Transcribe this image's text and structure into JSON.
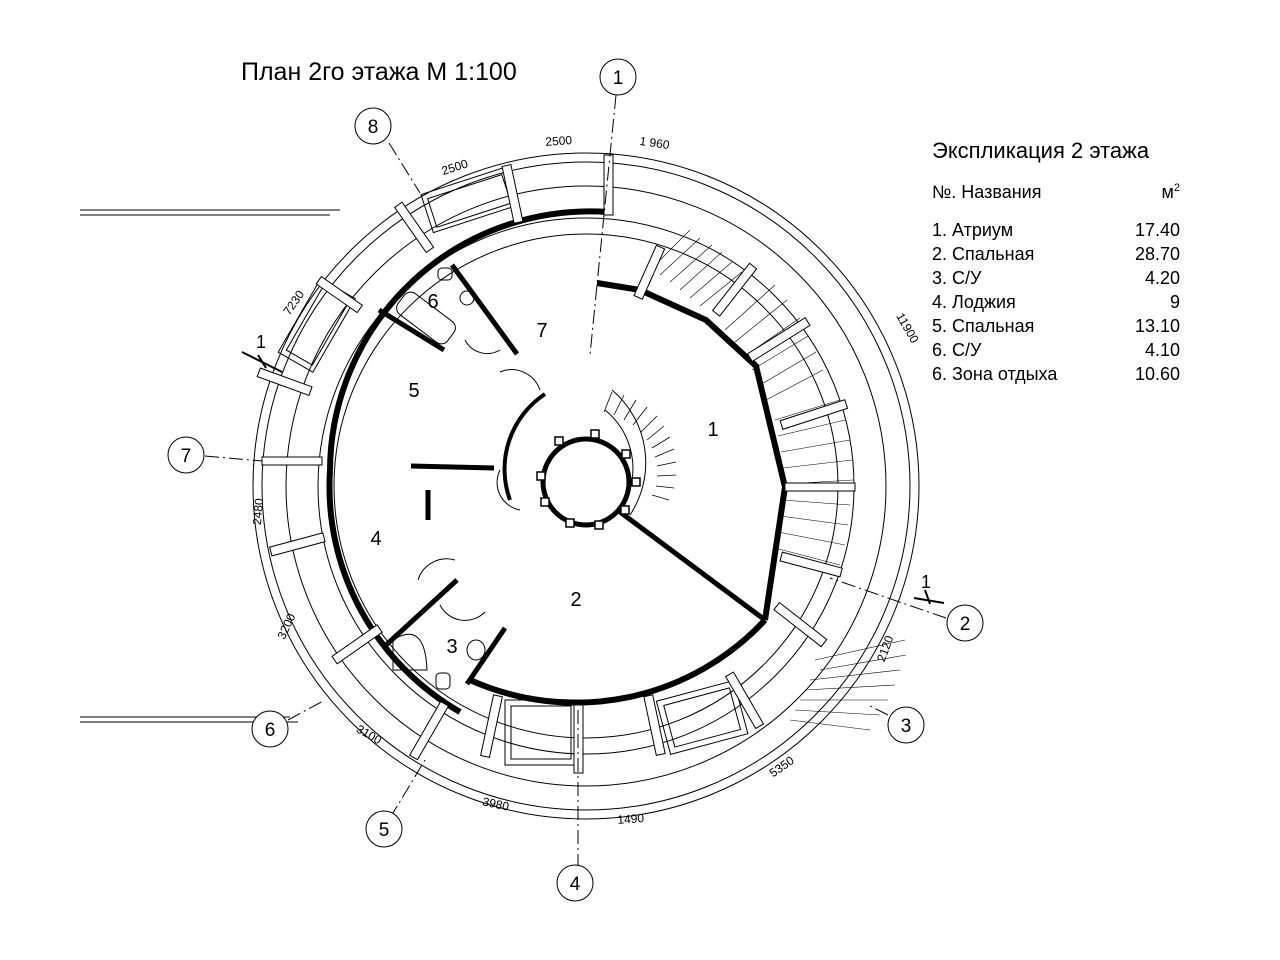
{
  "title": "План 2го этажа М 1:100",
  "legend": {
    "title": "Экспликация 2 этажа",
    "col_name": "№. Названия",
    "col_area_unit": "м",
    "col_area_sup": "2",
    "rows": [
      {
        "name": "1. Атриум",
        "area": "17.40"
      },
      {
        "name": "2. Спальная",
        "area": "28.70"
      },
      {
        "name": "3. С/У",
        "area": "4.20"
      },
      {
        "name": "4. Лоджия",
        "area": "9"
      },
      {
        "name": "5. Спальная",
        "area": "13.10"
      },
      {
        "name": "6. С/У",
        "area": "4.10"
      },
      {
        "name": "6. Зона отдыха",
        "area": "10.60"
      }
    ]
  },
  "axes": [
    "1",
    "2",
    "3",
    "4",
    "5",
    "6",
    "7",
    "8"
  ],
  "room_labels": [
    "1",
    "2",
    "3",
    "4",
    "5",
    "6",
    "7"
  ],
  "dimensions": {
    "d2500a": "2500",
    "d2500b": "2500",
    "d1960": "1 960",
    "d11900": "11900",
    "d7230": "7230",
    "d2480": "2480",
    "d3200": "3200",
    "d3100": "3100",
    "d3980": "3980",
    "d1490": "1490",
    "d5350": "5350",
    "d2120": "2120"
  },
  "section_marks": [
    "1",
    "1"
  ]
}
